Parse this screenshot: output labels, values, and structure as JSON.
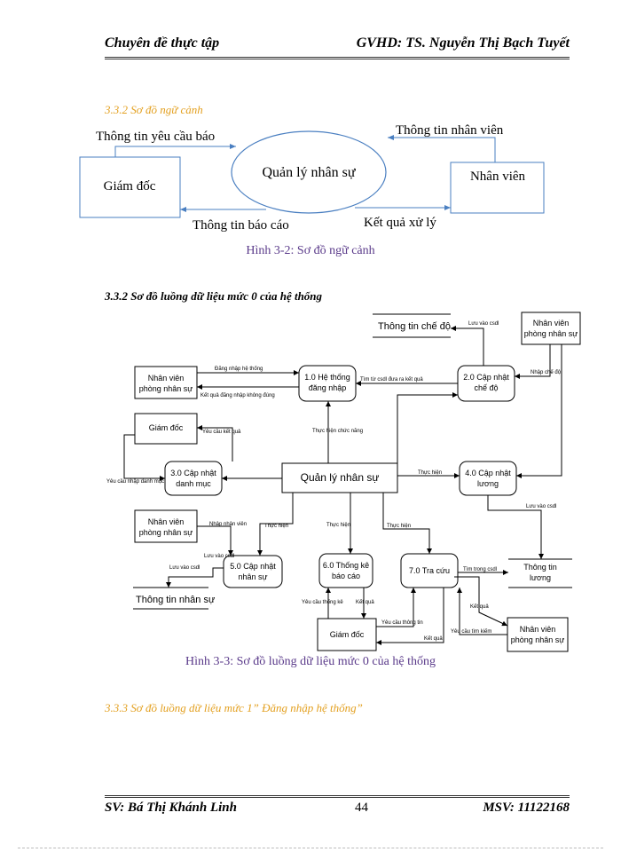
{
  "header": {
    "left": "Chuyên đề thực tập",
    "right": "GVHD: TS. Nguyễn Thị Bạch Tuyết"
  },
  "section_332_context": "3.3.2 Sơ đồ ngữ cảnh",
  "context_diagram": {
    "center": "Quản lý nhân sự",
    "left_entity": "Giám đốc",
    "right_entity": "Nhân viên",
    "flow_top_left": "Thông tin yêu cầu báo",
    "flow_top_right": "Thông tin nhân viên",
    "flow_bottom_left": "Thông tin báo cáo",
    "flow_bottom_right": "Kết quả xử lý"
  },
  "caption_context": "Hình 3-2: Sơ đồ ngữ cảnh",
  "section_332_dfd": "3.3.2 Sơ đồ luồng dữ liệu mức 0 của hệ thống",
  "dfd": {
    "store_chedo": "Thông tin chế độ",
    "store_nhansu": "Thông tin nhân sự",
    "store_luong_l1": "Thông tin",
    "store_luong_l2": "lương",
    "ent_nvpns_l1": "Nhân viên",
    "ent_nvpns_l2": "phòng nhân sự",
    "ent_giamdoc": "Giám đốc",
    "center": "Quản lý nhân sự",
    "p1_l1": "1.0 Hệ thống",
    "p1_l2": "đăng nhập",
    "p2_l1": "2.0 Cập nhật",
    "p2_l2": "chế độ",
    "p3_l1": "3.0 Cập nhật",
    "p3_l2": "danh mục",
    "p4_l1": "4.0 Cập nhật",
    "p4_l2": "lương",
    "p5_l1": "5.0 Cập nhật",
    "p5_l2": "nhân sự",
    "p6_l1": "6.0 Thống kê",
    "p6_l2": "báo cáo",
    "p7": "7.0 Tra cứu",
    "f_dangnhap": "Đăng nhập hệ thống",
    "f_ketqua_dn": "Kết quả đăng nhập không đúng",
    "f_timtu": "Tìm từ csdl đưa ra kết quả",
    "f_luuvao": "Lưu vào csdl",
    "f_nhapchedo": "Nhập chế độ",
    "f_yeucaukq": "Yêu cầu kết quả",
    "f_yeucaunhap": "Yêu cầu nhập danh mục",
    "f_thuchienchucnang": "Thực hiện chức năng",
    "f_thuchien": "Thực hiện",
    "f_nhapnv": "Nhập nhân viên",
    "f_timtrong": "Tìm trong csdl",
    "f_ketqua": "Kết quả",
    "f_yeucautk": "Yêu cầu thống kê",
    "f_yeucautt": "Yêu cầu thông tin",
    "f_yeucautimkiem": "Yêu cầu tìm kiếm"
  },
  "caption_dfd": "Hình 3-3: Sơ đồ luồng dữ liệu mức 0 của hệ thống",
  "section_333": "3.3.3 Sơ đồ luồng dữ liệu mức 1” Đăng nhập hệ thống”",
  "footer": {
    "left": "SV: Bá Thị Khánh Linh",
    "page": "44",
    "right": "MSV: 11122168"
  }
}
